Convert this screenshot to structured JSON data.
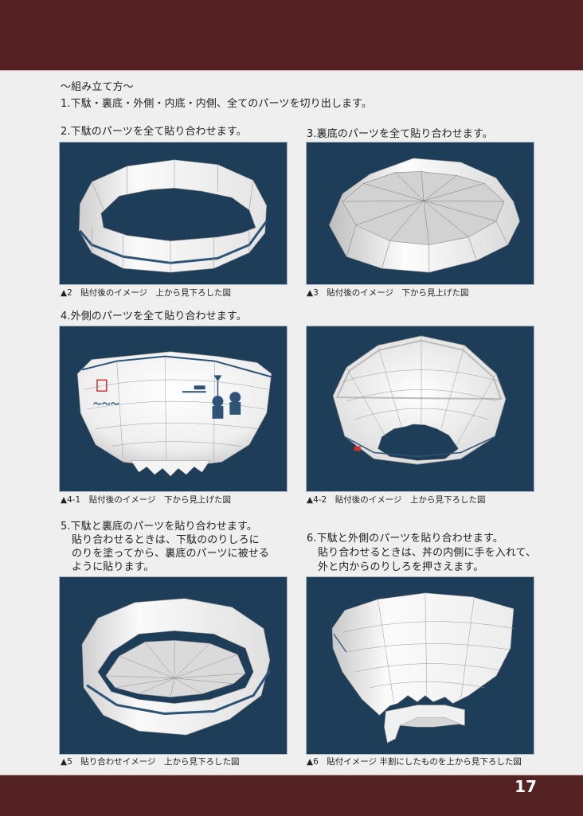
{
  "page": {
    "number": "17",
    "colors": {
      "band": "#542222",
      "panel_bg": "#1e3d58",
      "page_bg": "#efefef",
      "paper": "#f7f7f7",
      "accent_blue": "#2d5477",
      "seal_red": "#d2302c"
    }
  },
  "heading": "〜組み立て方〜",
  "steps": {
    "s1": "1.下駄・裏底・外側・内底・内側、全てのパーツを切り出します。",
    "s2": "2.下駄のパーツを全て貼り合わせます。",
    "s3": "3.裏底のパーツを全て貼り合わせます。",
    "s4": "4.外側のパーツを全て貼り合わせます。",
    "s5": {
      "title": "5.下駄と裏底のパーツを貼り合わせます。",
      "lines": [
        "貼り合わせるときは、下駄ののりしろに",
        "のりを塗ってから、裏底のパーツに被せる",
        "ように貼ります。"
      ]
    },
    "s6": {
      "title": "6.下駄と外側のパーツを貼り合わせます。",
      "lines": [
        "貼り合わせるときは、丼の内側に手を入れて、",
        "外と内からのりしろを押さえます。"
      ]
    }
  },
  "figures": [
    {
      "id": "2",
      "caption": "▲2　貼付後のイメージ　上から見下ろした図",
      "subject": "geta-ring-from-above"
    },
    {
      "id": "3",
      "caption": "▲3　貼付後のイメージ　下から見上げた図",
      "subject": "bottom-disc-from-below"
    },
    {
      "id": "4-1",
      "caption": "▲4-1　貼付後のイメージ　下から見上げた図",
      "subject": "bowl-outer-from-below"
    },
    {
      "id": "4-2",
      "caption": "▲4-2　貼付後のイメージ　上から見下ろした図",
      "subject": "bowl-outer-from-above"
    },
    {
      "id": "5",
      "caption": "▲5　貼り合わせイメージ　上から見下ろした図",
      "subject": "geta-and-bottom-assembled"
    },
    {
      "id": "6",
      "caption": "▲6　貼付イメージ 半割にしたものを上から見下ろした図",
      "subject": "half-cut-bowl-with-geta"
    }
  ]
}
